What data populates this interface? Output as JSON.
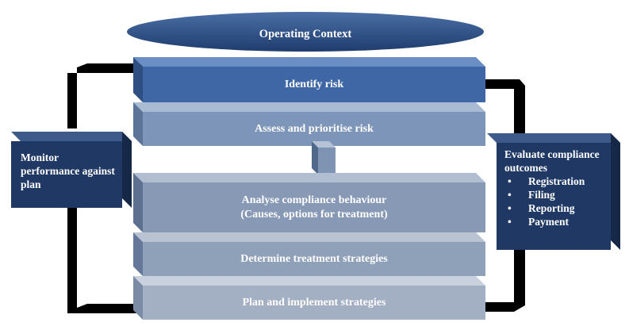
{
  "context": {
    "label": "Operating Context"
  },
  "steps": [
    {
      "label": "Identify risk"
    },
    {
      "label": "Assess and prioritise risk"
    },
    {
      "label": "Analyse compliance behaviour",
      "sublabel": "(Causes, options for treatment)"
    },
    {
      "label": "Determine treatment strategies"
    },
    {
      "label": "Plan and implement strategies"
    }
  ],
  "monitor": {
    "label": "Monitor performance against plan"
  },
  "evaluate": {
    "label": "Evaluate compliance outcomes",
    "items": [
      "Registration",
      "Filing",
      "Reporting",
      "Payment"
    ]
  },
  "colors": {
    "dark_navy": "#1f3864",
    "identify_blue": "#3f67a6",
    "steel_blue": "#7d95b8",
    "slate_blue": "#8799b5",
    "gray_blue": "#a3afc2",
    "connector": "#000000"
  }
}
